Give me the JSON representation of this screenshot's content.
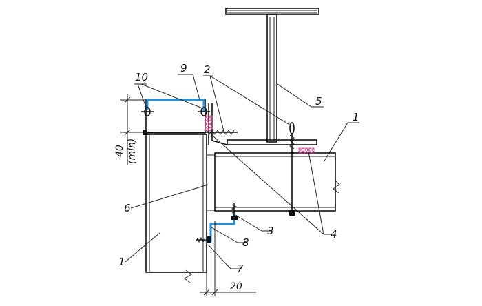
{
  "callouts": {
    "c10": "10",
    "c9": "9",
    "c2": "2",
    "c5": "5",
    "c1_right": "1",
    "c6": "6",
    "c3": "3",
    "c4": "4",
    "c8": "8",
    "c1_left": "1",
    "c7": "7"
  },
  "dimensions": {
    "vertical_value": "40",
    "vertical_note": "(min)",
    "horizontal_value": "20"
  },
  "colors": {
    "flashing": "#2b8fd6",
    "seal": "#d04090",
    "lines": "#111111"
  }
}
